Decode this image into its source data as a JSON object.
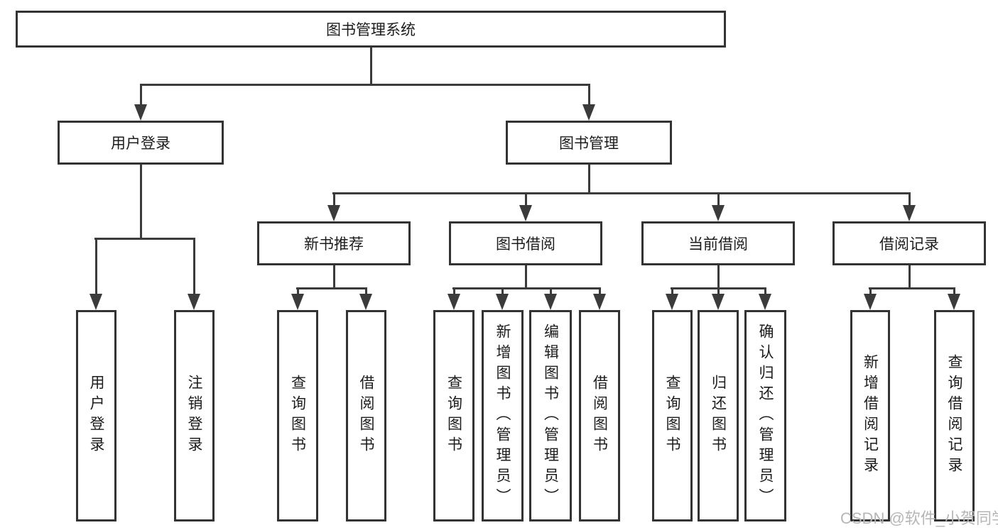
{
  "diagram": {
    "root": "图书管理系统",
    "user_login": {
      "label": "用户登录",
      "children": [
        "用户登录",
        "注销登录"
      ]
    },
    "book_mgmt": {
      "label": "图书管理",
      "new_books": {
        "label": "新书推荐",
        "children": [
          "查询图书",
          "借阅图书"
        ]
      },
      "book_borrow": {
        "label": "图书借阅",
        "children": [
          "查询图书",
          "新增图书（管理员）",
          "编辑图书（管理员）",
          "借阅图书"
        ]
      },
      "current_borrow": {
        "label": "当前借阅",
        "children": [
          "查询图书",
          "归还图书",
          "确认归还（管理员）"
        ]
      },
      "borrow_records": {
        "label": "借阅记录",
        "children": [
          "新增借阅记录",
          "查询借阅记录"
        ]
      }
    }
  },
  "watermark": "CSDN @软件_小贺同学",
  "colors": {
    "line": "#3b3b3b",
    "border": "#333333",
    "text": "#1c1c1c",
    "watermark": "#b6b6b6"
  }
}
